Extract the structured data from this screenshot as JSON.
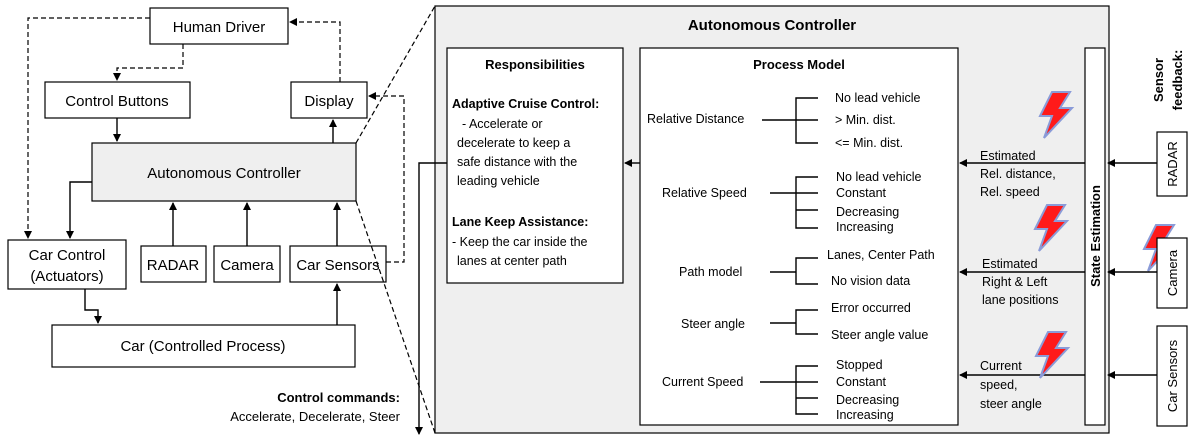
{
  "left": {
    "human_driver": "Human Driver",
    "control_buttons": "Control Buttons",
    "display": "Display",
    "autonomous_controller": "Autonomous Controller",
    "car_control": [
      "Car Control",
      "(Actuators)"
    ],
    "radar": "RADAR",
    "camera": "Camera",
    "car_sensors": "Car Sensors",
    "car": "Car (Controlled Process)",
    "control_commands_title": "Control commands:",
    "control_commands": "Accelerate, Decelerate,  Steer"
  },
  "right": {
    "title": "Autonomous Controller",
    "responsibilities": {
      "title": "Responsibilities",
      "acc_title": "Adaptive Cruise Control:",
      "acc_lines": [
        "- Accelerate or",
        "decelerate to keep a",
        "safe distance with the",
        "leading vehicle"
      ],
      "lka_title": "Lane Keep Assistance:",
      "lka_lines": [
        "- Keep the car inside the",
        "lanes at center path"
      ]
    },
    "process_model": {
      "title": "Process Model",
      "groups": [
        {
          "label": "Relative Distance",
          "items": [
            "No lead vehicle",
            "> Min. dist.",
            "<= Min. dist."
          ]
        },
        {
          "label": "Relative Speed",
          "items": [
            "No lead vehicle",
            "Constant",
            "Decreasing",
            "Increasing"
          ]
        },
        {
          "label": "Path model",
          "items": [
            "Lanes, Center Path",
            "No vision data"
          ]
        },
        {
          "label": "Steer angle",
          "items": [
            "Error occurred",
            "Steer angle value"
          ]
        },
        {
          "label": "Current Speed",
          "items": [
            "Stopped",
            "Constant",
            "Decreasing",
            "Increasing"
          ]
        }
      ]
    },
    "state_estimation": "State Estimation",
    "estimates": [
      [
        "Estimated",
        "Rel. distance,",
        "Rel. speed"
      ],
      [
        "Estimated",
        "Right & Left",
        "lane positions"
      ],
      [
        "Current",
        "speed,",
        "steer angle"
      ]
    ],
    "sensor_feedback": [
      "Sensor",
      "feedback:"
    ],
    "sensors": [
      "RADAR",
      "Camera",
      "Car Sensors"
    ]
  },
  "colors": {
    "panel": "#efefef",
    "lightning_fill": "#ff1a1a",
    "lightning_edge": "#8a9bd8"
  }
}
